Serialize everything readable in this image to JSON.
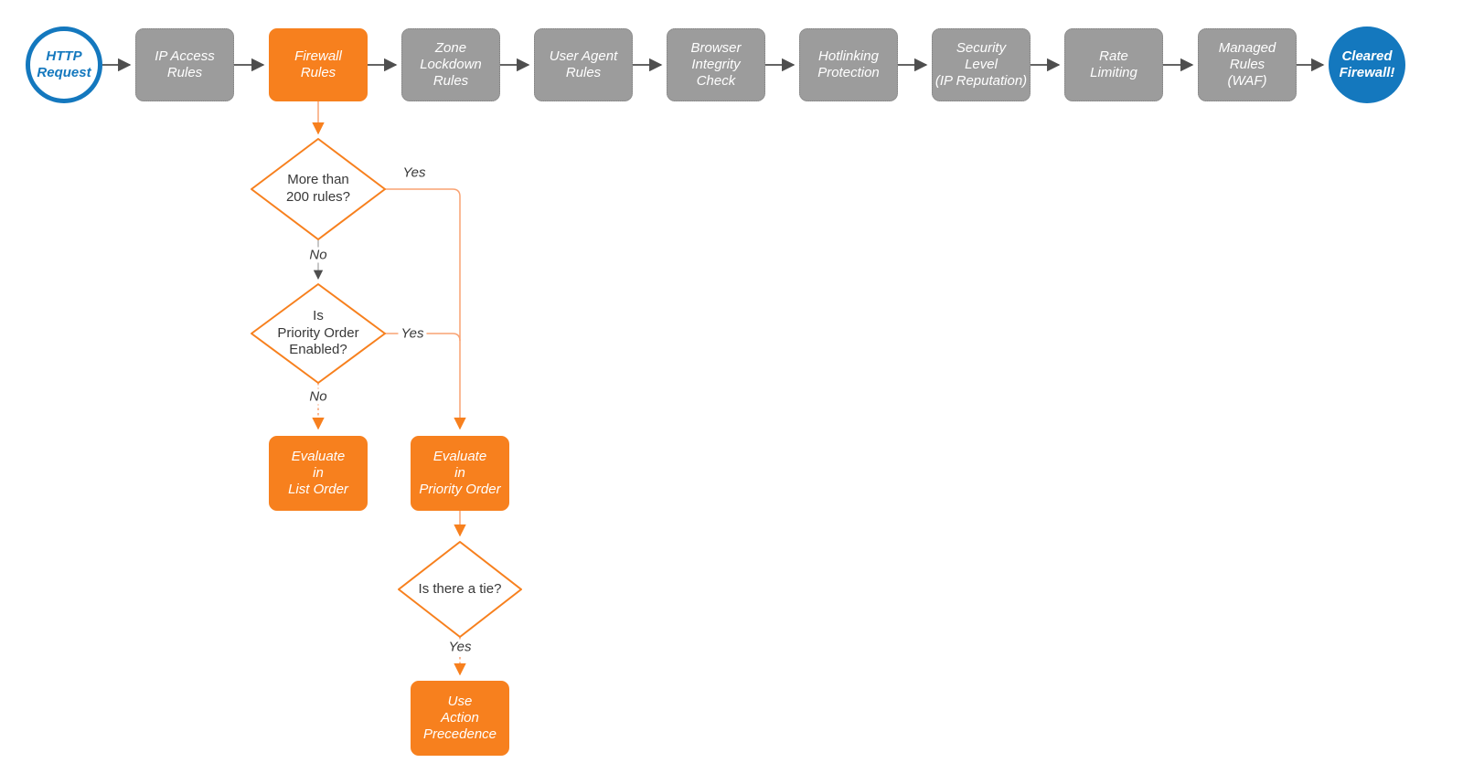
{
  "colors": {
    "orange": "#F7801E",
    "connector_orange": "#F9A272",
    "gray_fill": "#9C9C9C",
    "gray_border": "#818181",
    "arrow_gray": "#4E4E4E",
    "connector_gray": "#A9A9A9",
    "blue": "#1478BE",
    "label_text": "#383838",
    "node_text": "#FFFFFF"
  },
  "start": {
    "label": "HTTP\nRequest"
  },
  "end": {
    "label": "Cleared\nFirewall!"
  },
  "pipeline": [
    {
      "label": "IP Access\nRules"
    },
    {
      "label": "Firewall\nRules"
    },
    {
      "label": "Zone\nLockdown\nRules"
    },
    {
      "label": "User Agent\nRules"
    },
    {
      "label": "Browser\nIntegrity\nCheck"
    },
    {
      "label": "Hotlinking\nProtection"
    },
    {
      "label": "Security\nLevel\n(IP Reputation)"
    },
    {
      "label": "Rate\nLimiting"
    },
    {
      "label": "Managed\nRules\n(WAF)"
    }
  ],
  "decisions": {
    "more_than_200": {
      "label": "More than\n200 rules?",
      "yes": "Yes",
      "no": "No"
    },
    "priority_enabled": {
      "label": "Is\nPriority Order\nEnabled?",
      "yes": "Yes",
      "no": "No"
    },
    "tie": {
      "label": "Is there a tie?",
      "yes": "Yes"
    }
  },
  "actions": {
    "list_order": {
      "label": "Evaluate\nin\nList Order"
    },
    "priority_order": {
      "label": "Evaluate\nin\nPriority Order"
    },
    "action_precedence": {
      "label": "Use\nAction\nPrecedence"
    }
  }
}
